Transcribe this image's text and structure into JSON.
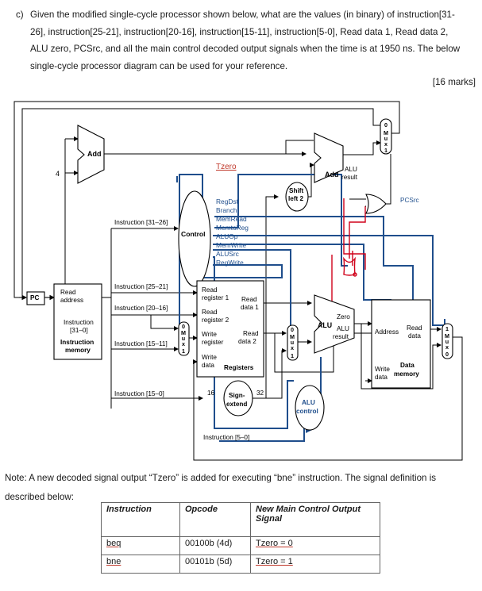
{
  "question": {
    "label": "c)",
    "lines": [
      "Given the modified single-cycle processor shown below, what are the values (in binary) of instruction[31-",
      "26], instruction[25-21], instruction[20-16], instruction[15-11], instruction[5-0], Read data 1, Read data 2,",
      "ALU zero, PCSrc, and all the main control decoded output signals when the time is at 1950 ns. The below",
      "single-cycle processor diagram can be used for your reference."
    ],
    "marks": "[16 marks]"
  },
  "diagram": {
    "pc": "PC",
    "add_top": "Add",
    "four": "4",
    "tzero": "Tzero",
    "add_alu": "Add",
    "alu_result_top": "ALU",
    "alu_result_bottom": "result",
    "shift": [
      "Shift",
      "left 2"
    ],
    "pcsrc": "PCSrc",
    "control": "Control",
    "control_signals": [
      "RegDst",
      "Branch",
      "MemRead",
      "MemtoReg",
      "ALUOp",
      "MemWrite",
      "ALUSrc",
      "RegWrite"
    ],
    "instr_31_26": "Instruction [31–26]",
    "instr_25_21": "Instruction [25–21]",
    "instr_20_16": "Instruction [20–16]",
    "instr_15_11": "Instruction [15–11]",
    "instr_15_0": "Instruction [15–0]",
    "instr_5_0": "Instruction [5–0]",
    "read_address": [
      "Read",
      "address"
    ],
    "instruction_bits": [
      "Instruction",
      "[31–0]"
    ],
    "instruction_memory": [
      "Instruction",
      "memory"
    ],
    "regfile": {
      "read_reg1": [
        "Read",
        "register 1"
      ],
      "read_reg2": [
        "Read",
        "register 2"
      ],
      "write_reg": [
        "Write",
        "register"
      ],
      "write_data": [
        "Write",
        "data"
      ],
      "read_data1": [
        "Read",
        "data 1"
      ],
      "read_data2": [
        "Read",
        "data 2"
      ],
      "title": "Registers"
    },
    "sign_extend": [
      "Sign-",
      "extend"
    ],
    "sixteen": "16",
    "thirtytwo": "32",
    "alu_control": [
      "ALU",
      "control"
    ],
    "zero": "Zero",
    "alu": "ALU",
    "alu_result": [
      "ALU",
      "result"
    ],
    "datamem": {
      "address": "Address",
      "read_data": [
        "Read",
        "data"
      ],
      "write_data": [
        "Write",
        "data"
      ],
      "title": [
        "Data",
        "memory"
      ]
    },
    "mux_letters": [
      "M",
      "u",
      "x"
    ],
    "mux_zero": "0",
    "mux_one": "1"
  },
  "note": {
    "line1": "Note: A new decoded signal output “Tzero” is added for executing “bne” instruction. The signal definition is",
    "line2": "described below:"
  },
  "table": {
    "headers": [
      "Instruction",
      "Opcode",
      "New Main Control Output Signal"
    ],
    "rows": [
      [
        "beq",
        "00100b (4d)",
        "Tzero = 0"
      ],
      [
        "bne",
        "00101b (5d)",
        "Tzero = 1"
      ]
    ]
  },
  "colors": {
    "blue": "#1f4e8c",
    "red": "#d0021b",
    "black": "#000000"
  }
}
